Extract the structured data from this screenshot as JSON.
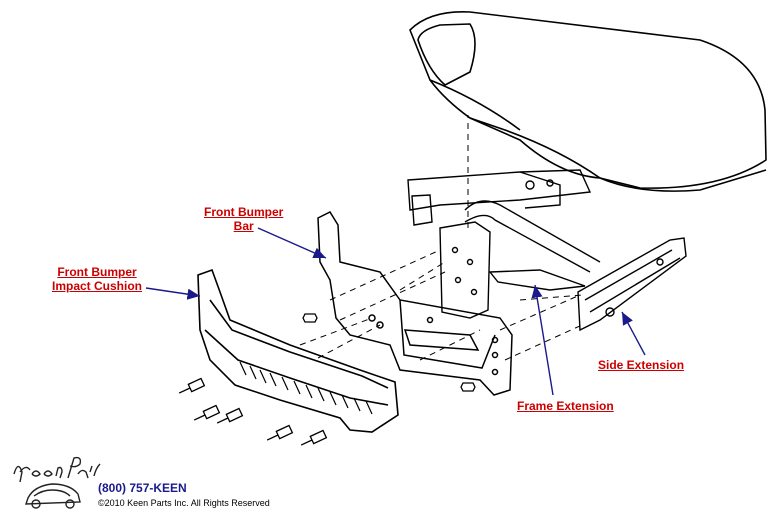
{
  "labels": {
    "front_bumper_bar": [
      "Front Bumper",
      "Bar"
    ],
    "impact_cushion": [
      "Front Bumper",
      "Impact Cushion"
    ],
    "side_extension": "Side Extension",
    "frame_extension": "Frame Extension"
  },
  "footer": {
    "logo_text": "Keen Parts",
    "phone": "(800) 757-KEEN",
    "copyright": "©2010 Keen Parts Inc. All Rights Reserved"
  },
  "colors": {
    "label": "#cc0000",
    "arrow": "#1a1a8c",
    "line": "#000000"
  }
}
